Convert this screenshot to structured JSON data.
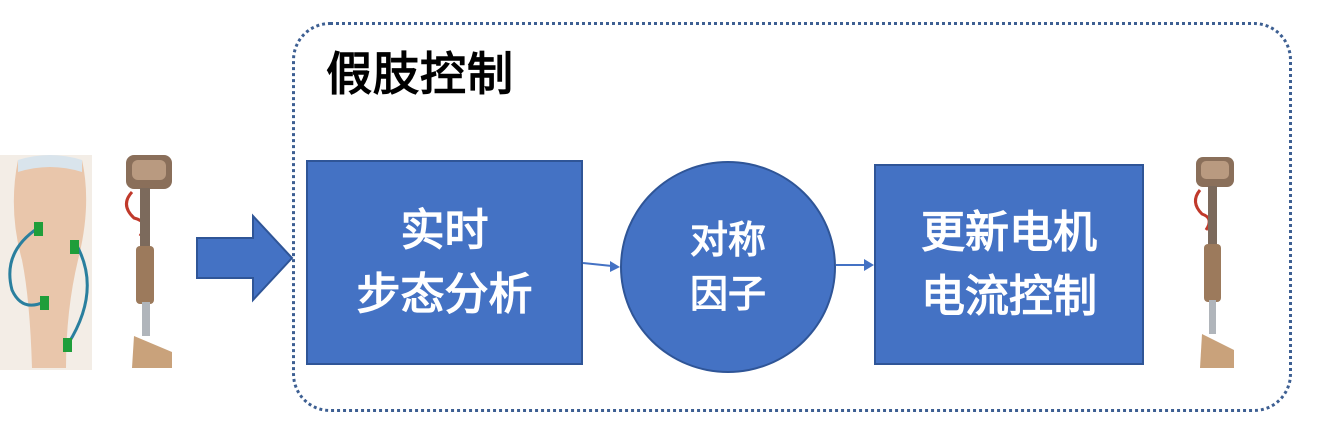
{
  "frame": {
    "title": "假肢控制"
  },
  "steps": [
    {
      "lines": [
        "实时",
        "步态分析"
      ]
    },
    {
      "lines": [
        "对称",
        "因子"
      ]
    },
    {
      "lines": [
        "更新电机",
        "电流控制"
      ]
    }
  ],
  "icons": {
    "input_leg": "leg-with-emg-sensors-icon",
    "input_prosthesis": "prosthetic-leg-icon",
    "input_arrow": "block-arrow-right-icon",
    "output_prosthesis": "prosthetic-leg-icon"
  },
  "colors": {
    "box_fill": "#4472c4",
    "box_border": "#2f5597",
    "frame_border": "#3d5f92",
    "sensor": "#1f9e3a",
    "wire": "#2a7f9e"
  }
}
